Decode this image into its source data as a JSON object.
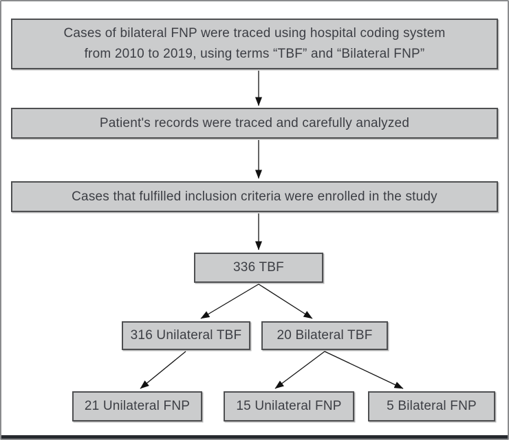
{
  "figure": {
    "type": "flowchart",
    "nodes": [
      {
        "id": "trace",
        "label": "Cases of bilateral FNP were traced using hospital coding system\nfrom 2010 to 2019, using terms “TBF” and “Bilateral FNP”"
      },
      {
        "id": "records",
        "label": "Patient's records were traced and carefully analyzed"
      },
      {
        "id": "criteria",
        "label": "Cases that fulfilled inclusion criteria were enrolled in the study"
      },
      {
        "id": "tbf-336",
        "label": "336 TBF"
      },
      {
        "id": "unilateral-tbf-316",
        "label": "316 Unilateral TBF"
      },
      {
        "id": "bilateral-tbf-20",
        "label": "20 Bilateral TBF"
      },
      {
        "id": "unilateral-fnp-21",
        "label": "21 Unilateral FNP"
      },
      {
        "id": "unilateral-fnp-15",
        "label": "15 Unilateral FNP"
      },
      {
        "id": "bilateral-fnp-5",
        "label": "5 Bilateral FNP"
      }
    ],
    "edges": [
      {
        "from": "trace",
        "to": "records"
      },
      {
        "from": "records",
        "to": "criteria"
      },
      {
        "from": "criteria",
        "to": "tbf-336"
      },
      {
        "from": "tbf-336",
        "to": "unilateral-tbf-316"
      },
      {
        "from": "tbf-336",
        "to": "bilateral-tbf-20"
      },
      {
        "from": "unilateral-tbf-316",
        "to": "unilateral-fnp-21"
      },
      {
        "from": "bilateral-tbf-20",
        "to": "unilateral-fnp-15"
      },
      {
        "from": "bilateral-tbf-20",
        "to": "bilateral-fnp-5"
      }
    ],
    "colors": {
      "node_fill": "#cbcccd",
      "node_border": "#4e4f51",
      "text": "#3c3e44",
      "arrow": "#111111",
      "frame_border": "#8a8b8d",
      "bottom_rule": "#26292e"
    }
  }
}
